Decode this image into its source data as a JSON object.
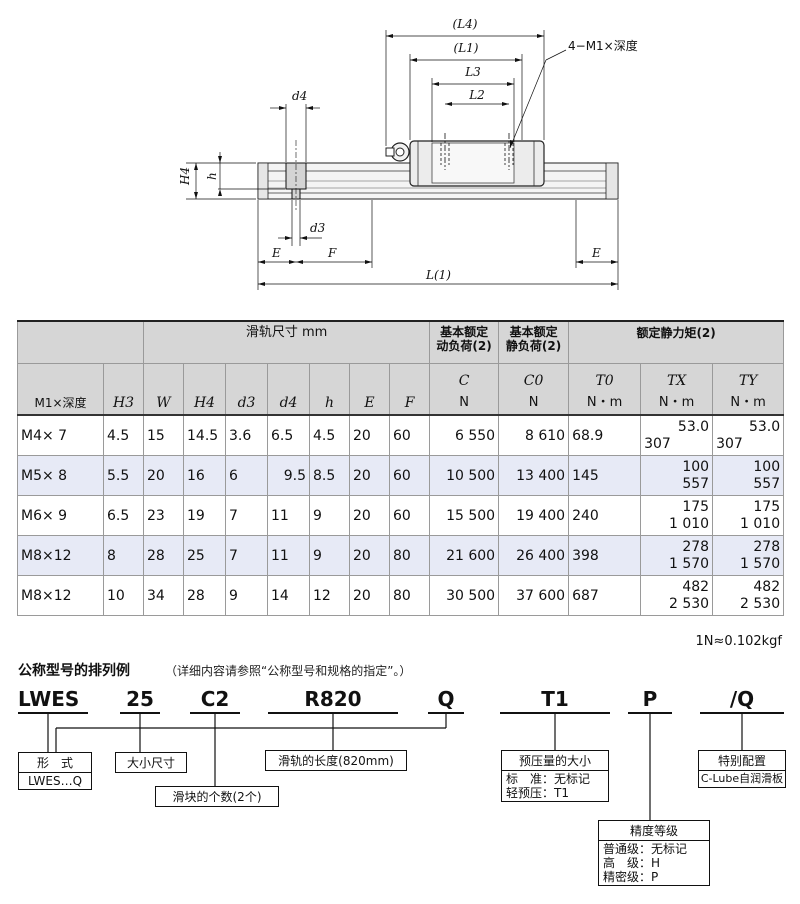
{
  "drawing": {
    "dims": {
      "L4": "(L4)",
      "L1": "(L1)",
      "L3": "L3",
      "L2": "L2",
      "M1_label": "4−M1×深度",
      "d4": "d4",
      "d3": "d3",
      "H4": "H4",
      "h": "h",
      "E": "E",
      "F": "F",
      "L": "L(1)"
    }
  },
  "table": {
    "headers": {
      "rail_dims": "滑轨尺寸 mm",
      "dyn_load_1": "基本额定",
      "dyn_load_2": "动负荷(2)",
      "stat_load_1": "基本额定",
      "stat_load_2": "静负荷(2)",
      "moment": "额定静力矩(2)",
      "m1": "M1×深度",
      "h3": "H3",
      "w": "W",
      "h4": "H4",
      "d3": "d3",
      "d4": "d4",
      "h": "h",
      "e": "E",
      "f": "F",
      "c": "C",
      "c0": "C0",
      "t0": "T0",
      "tx": "TX",
      "ty": "TY",
      "unit_n": "N",
      "unit_n2": "N",
      "unit_nm": "N・m",
      "unit_nm2": "N・m",
      "unit_nm3": "N・m"
    },
    "rows": [
      {
        "m1": "M4× 7",
        "h3": "4.5",
        "w": "15",
        "h4": "14.5",
        "d3": "3.6",
        "d4": "6.5",
        "h": "4.5",
        "e": "20",
        "f": "60",
        "c": "6 550",
        "c0": "8 610",
        "t0": "68.9",
        "tx1": "53.0",
        "tx2": "307",
        "ty1": "53.0",
        "ty2": "307"
      },
      {
        "m1": "M5× 8",
        "h3": "5.5",
        "w": "20",
        "h4": "16",
        "d3": "6",
        "d4": "9.5",
        "h": "8.5",
        "e": "20",
        "f": "60",
        "c": "10 500",
        "c0": "13 400",
        "t0": "145",
        "tx1": "100",
        "tx2": "557",
        "ty1": "100",
        "ty2": "557"
      },
      {
        "m1": "M6× 9",
        "h3": "6.5",
        "w": "23",
        "h4": "19",
        "d3": "7",
        "d4": "11",
        "h": "9",
        "e": "20",
        "f": "60",
        "c": "15 500",
        "c0": "19 400",
        "t0": "240",
        "tx1": "175",
        "tx2": "1 010",
        "ty1": "175",
        "ty2": "1 010"
      },
      {
        "m1": "M8×12",
        "h3": "8",
        "w": "28",
        "h4": "25",
        "d3": "7",
        "d4": "11",
        "h": "9",
        "e": "20",
        "f": "80",
        "c": "21 600",
        "c0": "26 400",
        "t0": "398",
        "tx1": "278",
        "tx2": "1 570",
        "ty1": "278",
        "ty2": "1 570"
      },
      {
        "m1": "M8×12",
        "h3": "10",
        "w": "34",
        "h4": "28",
        "d3": "9",
        "d4": "14",
        "h": "12",
        "e": "20",
        "f": "80",
        "c": "30 500",
        "c0": "37 600",
        "t0": "687",
        "tx1": "482",
        "tx2": "2 530",
        "ty1": "482",
        "ty2": "2 530"
      }
    ],
    "unit_note": "1N≈0.102kgf"
  },
  "order": {
    "title": "公称型号的排列例",
    "note": "（详细内容请参照“公称型号和规格的指定”。）",
    "codes": [
      "LWES",
      "25",
      "C2",
      "R820",
      "Q",
      "T1",
      "P",
      "/Q"
    ],
    "boxes": {
      "type": {
        "header": "形　式",
        "body": "LWES…Q"
      },
      "size": {
        "header": "大小尺寸"
      },
      "blocks": {
        "header": "滑块的个数(2个)"
      },
      "length": {
        "header": "滑轨的长度(820mm)"
      },
      "preload": {
        "header": "预压量的大小",
        "line1": "标　准：无标记",
        "line2": "轻预压：T1"
      },
      "accuracy": {
        "header": "精度等级",
        "line1": "普通级：无标记",
        "line2": "高　级：H",
        "line3": "精密级：P"
      },
      "special": {
        "header": "特别配置",
        "body": "C-Lube自润滑板"
      }
    }
  }
}
